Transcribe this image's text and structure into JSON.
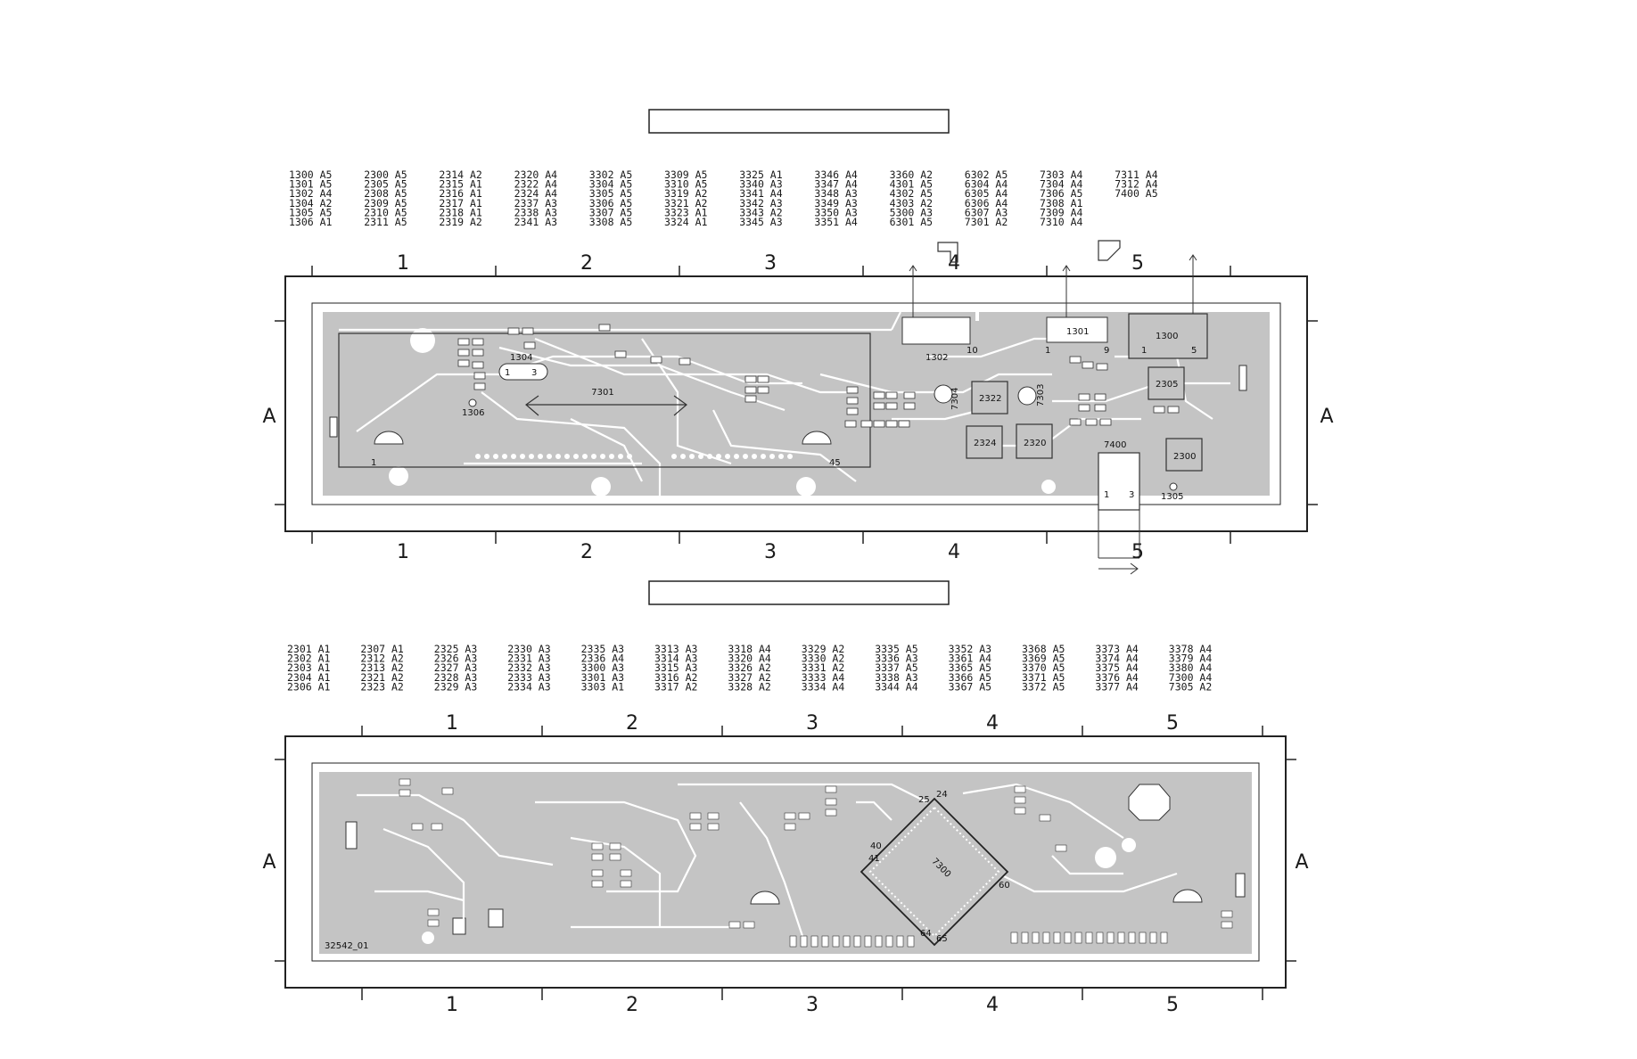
{
  "top_view": {
    "title": "",
    "column_labels": [
      "1",
      "2",
      "3",
      "4",
      "5"
    ],
    "row_label": "A",
    "parts_columns": [
      [
        "1300 A5",
        "1301 A5",
        "1302 A4",
        "1304 A2",
        "1305 A5",
        "1306 A1"
      ],
      [
        "2300 A5",
        "2305 A5",
        "2308 A5",
        "2309 A5",
        "2310 A5",
        "2311 A5"
      ],
      [
        "2314 A2",
        "2315 A1",
        "2316 A1",
        "2317 A1",
        "2318 A1",
        "2319 A2"
      ],
      [
        "2320 A4",
        "2322 A4",
        "2324 A4",
        "2337 A3",
        "2338 A3",
        "2341 A3"
      ],
      [
        "3302 A5",
        "3304 A5",
        "3305 A5",
        "3306 A5",
        "3307 A5",
        "3308 A5"
      ],
      [
        "3309 A5",
        "3310 A5",
        "3319 A2",
        "3321 A2",
        "3323 A1",
        "3324 A1"
      ],
      [
        "3325 A1",
        "3340 A3",
        "3341 A4",
        "3342 A3",
        "3343 A2",
        "3345 A3"
      ],
      [
        "3346 A4",
        "3347 A4",
        "3348 A3",
        "3349 A3",
        "3350 A3",
        "3351 A4"
      ],
      [
        "3360 A2",
        "4301 A5",
        "4302 A5",
        "4303 A2",
        "5300 A3",
        "6301 A5"
      ],
      [
        "6302 A5",
        "6304 A4",
        "6305 A4",
        "6306 A4",
        "6307 A3",
        "7301 A2"
      ],
      [
        "7303 A4",
        "7304 A4",
        "7306 A5",
        "7308 A1",
        "7309 A4",
        "7310 A4"
      ],
      [
        "7311 A4",
        "7312 A4",
        "7400 A5"
      ]
    ],
    "component_labels": {
      "c1300": "1300",
      "c1301": "1301",
      "c1302": "1302",
      "c1304": "1304",
      "c1305": "1305",
      "c1306": "1306",
      "c7301": "7301",
      "c7400": "7400",
      "c2300": "2300",
      "c2305": "2305",
      "c2320": "2320",
      "c2322": "2322",
      "c2324": "2324",
      "c7304": "7304",
      "c7303": "7303",
      "pin1": "1",
      "pin45": "45",
      "pin10": "10",
      "pin9": "9",
      "pin1b": "1",
      "pin1c": "1",
      "pin5": "5",
      "pin3": "3",
      "pin1d": "1",
      "pin3b": "3",
      "pin1e": "1"
    }
  },
  "bottom_view": {
    "title": "",
    "column_labels": [
      "1",
      "2",
      "3",
      "4",
      "5"
    ],
    "row_label": "A",
    "parts_columns": [
      [
        "2301 A1",
        "2302 A1",
        "2303 A1",
        "2304 A1",
        "2306 A1"
      ],
      [
        "2307 A1",
        "2312 A2",
        "2313 A2",
        "2321 A2",
        "2323 A2"
      ],
      [
        "2325 A3",
        "2326 A3",
        "2327 A3",
        "2328 A3",
        "2329 A3"
      ],
      [
        "2330 A3",
        "2331 A3",
        "2332 A3",
        "2333 A3",
        "2334 A3"
      ],
      [
        "2335 A3",
        "2336 A4",
        "3300 A3",
        "3301 A3",
        "3303 A1"
      ],
      [
        "3313 A3",
        "3314 A3",
        "3315 A3",
        "3316 A2",
        "3317 A2"
      ],
      [
        "3318 A4",
        "3320 A4",
        "3326 A2",
        "3327 A2",
        "3328 A2"
      ],
      [
        "3329 A2",
        "3330 A2",
        "3331 A2",
        "3333 A4",
        "3334 A4"
      ],
      [
        "3335 A5",
        "3336 A3",
        "3337 A5",
        "3338 A3",
        "3344 A4"
      ],
      [
        "3352 A3",
        "3361 A4",
        "3365 A5",
        "3366 A5",
        "3367 A5"
      ],
      [
        "3368 A5",
        "3369 A5",
        "3370 A5",
        "3371 A5",
        "3372 A5"
      ],
      [
        "3373 A4",
        "3374 A4",
        "3375 A4",
        "3376 A4",
        "3377 A4"
      ],
      [
        "3378 A4",
        "3379 A4",
        "3380 A4",
        "7300 A4",
        "7305 A2"
      ]
    ],
    "component_labels": {
      "ic": "7300",
      "p25": "25",
      "p24": "24",
      "p40": "40",
      "p41": "41",
      "p60": "60",
      "p64": "64",
      "p65": "65",
      "board_id": "32542_01"
    }
  },
  "colors": {
    "copper": "#c4c4c4",
    "outline": "#222222",
    "background": "#ffffff"
  }
}
